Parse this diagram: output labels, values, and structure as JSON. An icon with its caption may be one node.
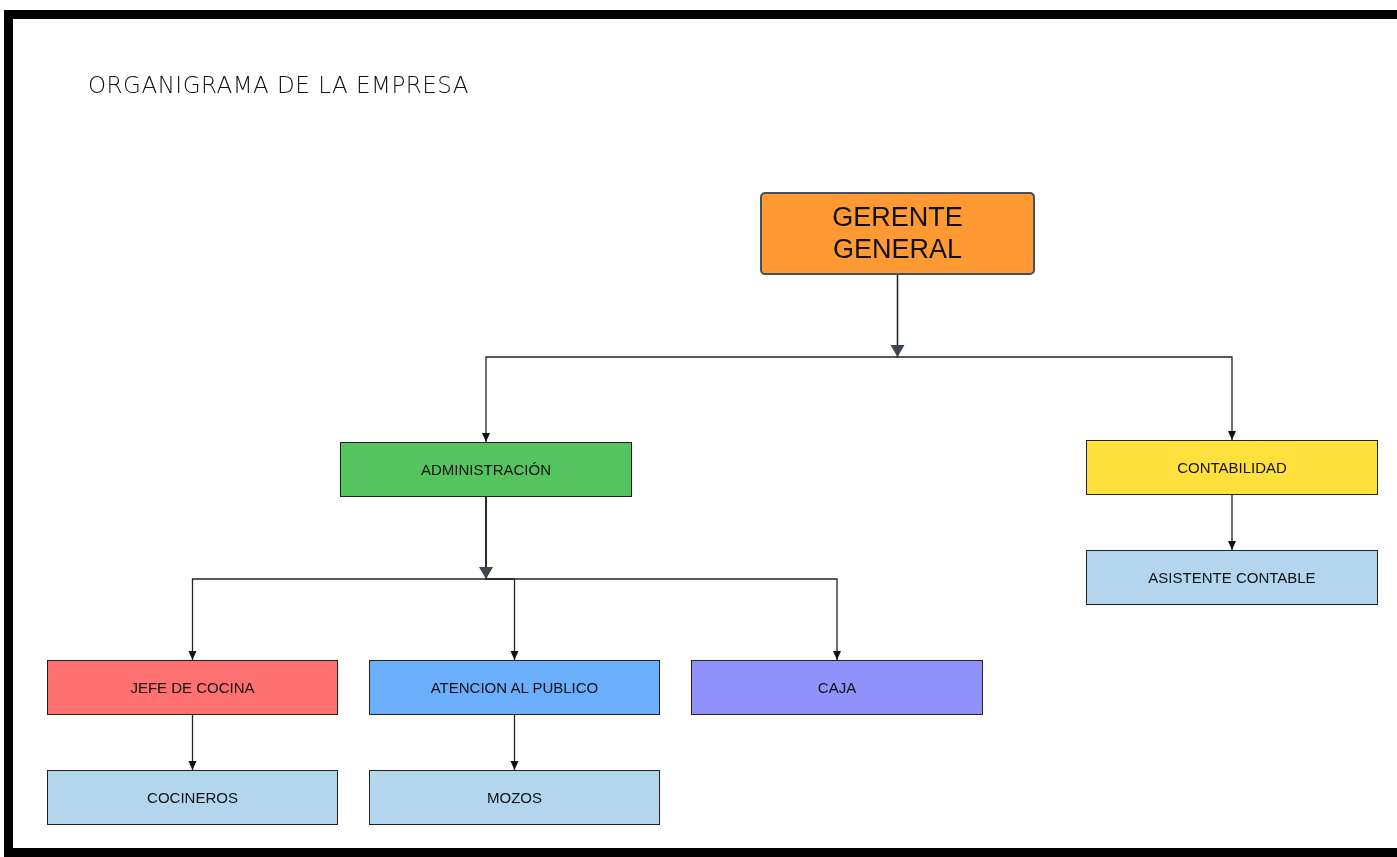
{
  "diagram": {
    "title": "ORGANIGRAMA DE LA EMPRESA",
    "nodes": [
      {
        "text": [
          "GERENTE GENERAL"
        ]
      },
      {
        "text": [
          "ADMINISTRACIÓN"
        ]
      },
      {
        "text": [
          "CONTABILIDAD"
        ]
      },
      {
        "text": [
          "ASISTENTE CONTABLE"
        ]
      },
      {
        "text": [
          "JEFE DE COCINA"
        ]
      },
      {
        "text": [
          "ATENCION AL PUBLICO"
        ]
      },
      {
        "text": [
          "CAJA"
        ]
      },
      {
        "text": [
          "COCINEROS"
        ]
      },
      {
        "text": [
          "MOZOS"
        ]
      }
    ],
    "edges": [
      {
        "from": 0,
        "to": 1,
        "arrow": "to"
      },
      {
        "from": 0,
        "to": 2,
        "arrow": "to"
      },
      {
        "from": 2,
        "to": 3,
        "arrow": "to"
      },
      {
        "from": 1,
        "to": 4,
        "arrow": "to"
      },
      {
        "from": 1,
        "to": 5,
        "arrow": "to"
      },
      {
        "from": 1,
        "to": 6,
        "arrow": "to"
      },
      {
        "from": 4,
        "to": 7,
        "arrow": "to"
      },
      {
        "from": 5,
        "to": 8,
        "arrow": "to"
      }
    ]
  }
}
